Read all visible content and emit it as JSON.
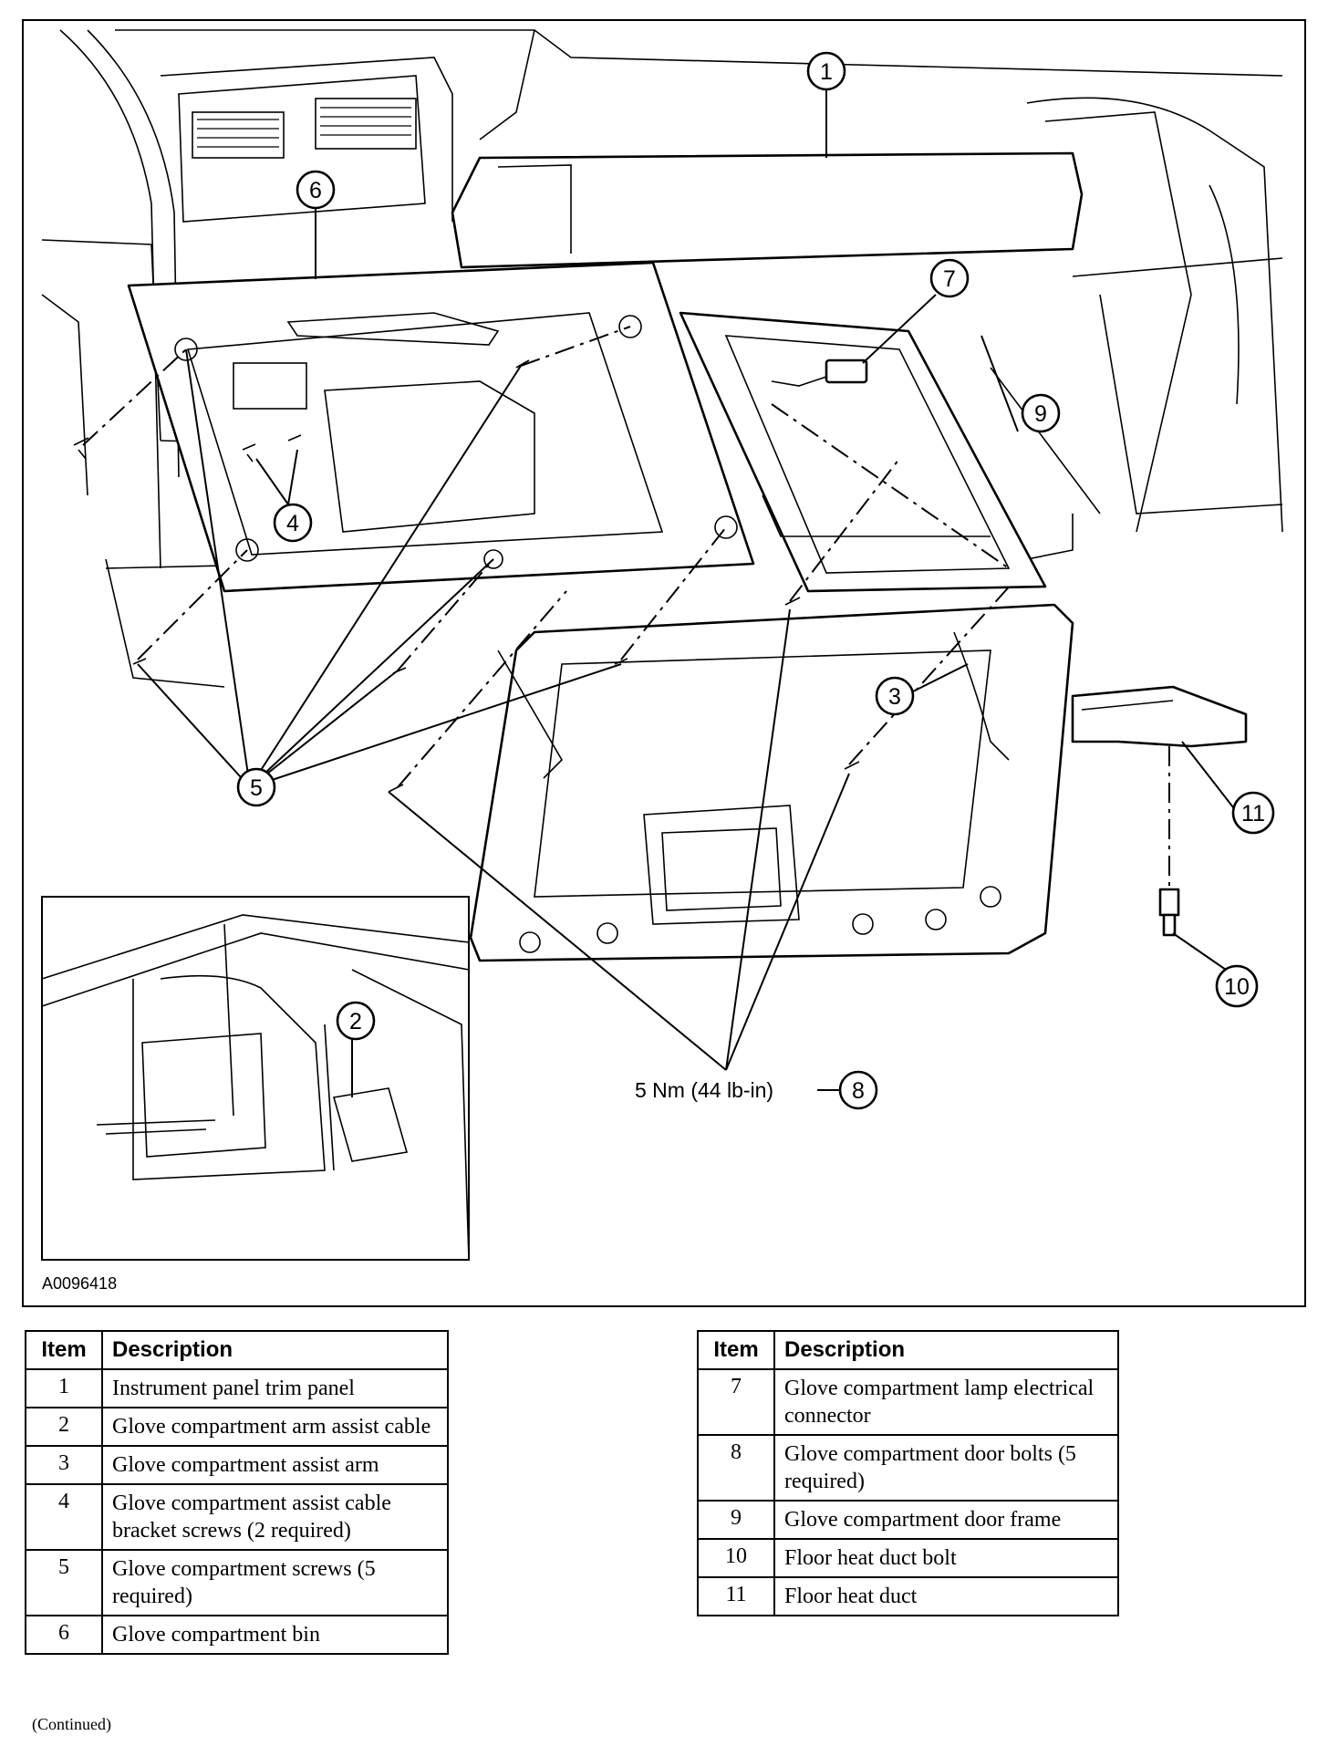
{
  "figure": {
    "figure_id": "A0096418",
    "torque_label": "5 Nm (44 lb-in)",
    "callouts": [
      "1",
      "2",
      "3",
      "4",
      "5",
      "6",
      "7",
      "8",
      "9",
      "10",
      "11"
    ]
  },
  "legend_left": {
    "col_item": "Item",
    "col_desc": "Description",
    "rows": [
      {
        "item": "1",
        "desc": "Instrument panel trim panel"
      },
      {
        "item": "2",
        "desc": "Glove compartment arm assist cable"
      },
      {
        "item": "3",
        "desc": "Glove compartment assist arm"
      },
      {
        "item": "4",
        "desc": "Glove compartment assist cable bracket screws (2 required)"
      },
      {
        "item": "5",
        "desc": "Glove compartment screws (5 required)"
      },
      {
        "item": "6",
        "desc": "Glove compartment bin"
      }
    ]
  },
  "legend_right": {
    "col_item": "Item",
    "col_desc": "Description",
    "rows": [
      {
        "item": "7",
        "desc": "Glove compartment lamp electrical connector"
      },
      {
        "item": "8",
        "desc": "Glove compartment door bolts (5 required)"
      },
      {
        "item": "9",
        "desc": "Glove compartment door frame"
      },
      {
        "item": "10",
        "desc": "Floor heat duct bolt"
      },
      {
        "item": "11",
        "desc": "Floor heat duct"
      }
    ]
  },
  "footer": {
    "continued": "(Continued)"
  }
}
